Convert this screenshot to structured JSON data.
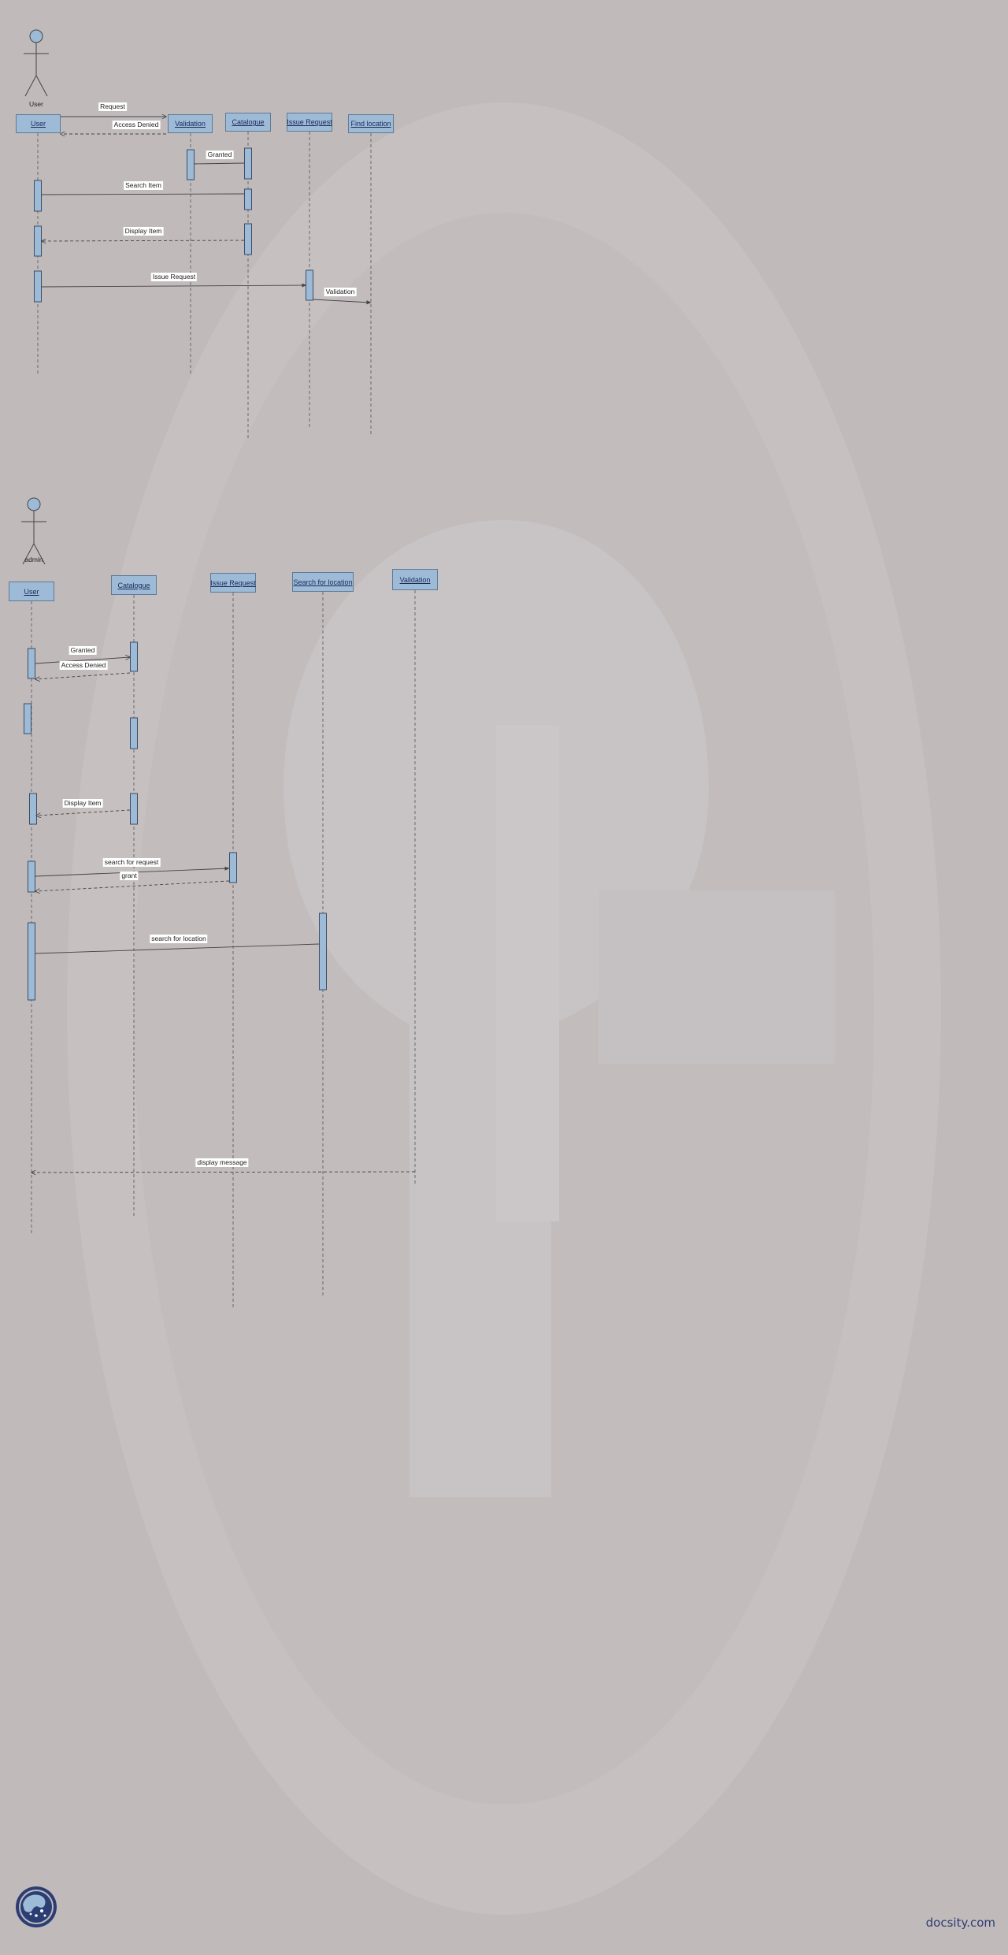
{
  "diagram1": {
    "actor": "User",
    "objects": [
      "User",
      "Validation",
      "Catalogue",
      "Issue Request",
      "Find location"
    ],
    "messages": [
      "Request",
      "Access Denied",
      "Granted",
      "Search Item",
      "Display Item",
      "Issue Request",
      "Validation"
    ]
  },
  "diagram2": {
    "actor": "admin",
    "objects": [
      "User",
      "Catalogue",
      "Issue Request",
      "Search for location",
      "Validation"
    ],
    "messages": [
      "Granted",
      "Access Denied",
      "Display Item",
      "search for request",
      "grant",
      "search for location",
      "display message"
    ]
  },
  "footer": {
    "brand": "docsity.com",
    "logo_icon": "docsity-logo-icon"
  },
  "colors": {
    "background": "#c0babb",
    "box_fill": "#9dbad7",
    "box_border": "#5f7a96",
    "brand": "#2b3e73"
  }
}
